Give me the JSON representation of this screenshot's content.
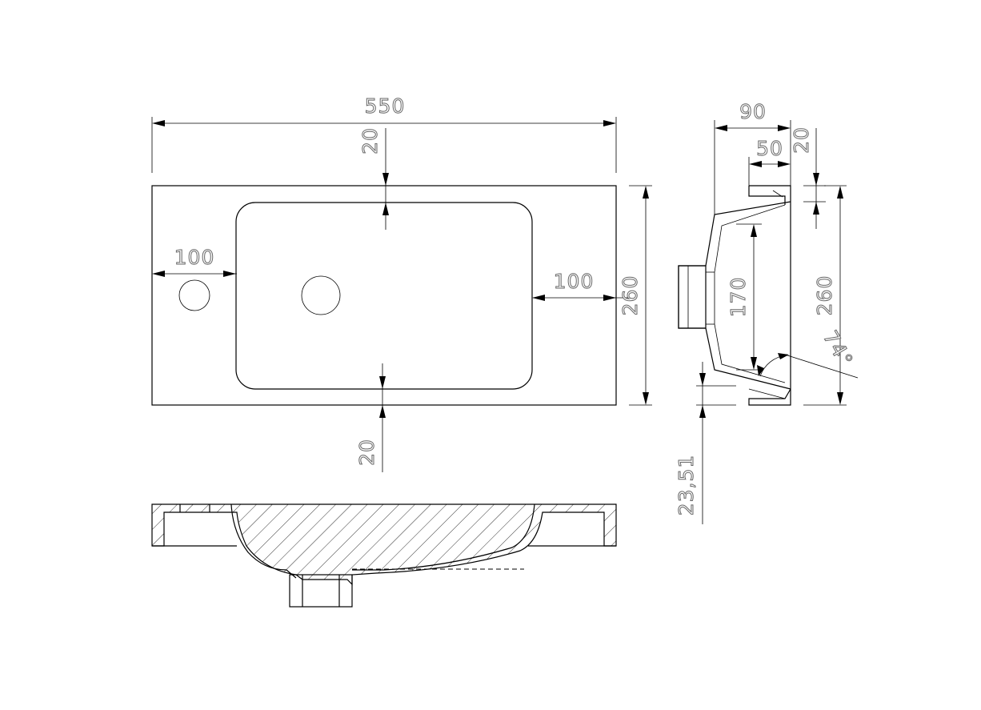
{
  "top_view": {
    "overall_width": "550",
    "rim_top": "20",
    "rim_bottom": "20",
    "left_margin": "100",
    "right_margin": "100",
    "overall_depth": "260"
  },
  "side_view": {
    "depth": "90",
    "inner": "50",
    "rim": "20",
    "bowl_height": "170",
    "overall": "260",
    "angle": "74°",
    "offset": "23,51"
  }
}
